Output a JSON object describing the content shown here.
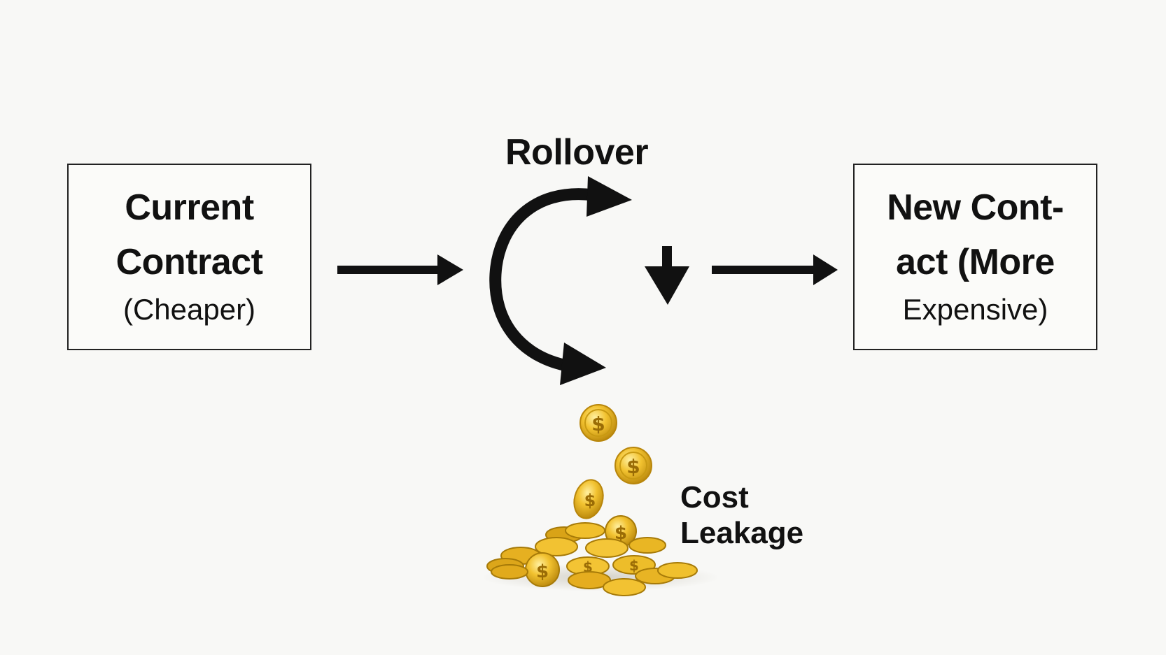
{
  "nodes": {
    "current": {
      "line1": "Current",
      "line2": "Contract",
      "line3": "(Cheaper)"
    },
    "new": {
      "line1": "New Cont-",
      "line2": "act (More",
      "line3": "Expensive)"
    }
  },
  "labels": {
    "rollover": "Rollover",
    "cost_leakage_line1": "Cost",
    "cost_leakage_line2": "Leakage"
  },
  "icons": {
    "coins": "dollar-coin-icon",
    "rollover_arrow": "curved-arrow-icon"
  },
  "colors": {
    "stroke": "#111111",
    "coin_gold": "#e8b21a",
    "coin_highlight": "#ffe27a",
    "coin_shadow": "#b8860b"
  }
}
